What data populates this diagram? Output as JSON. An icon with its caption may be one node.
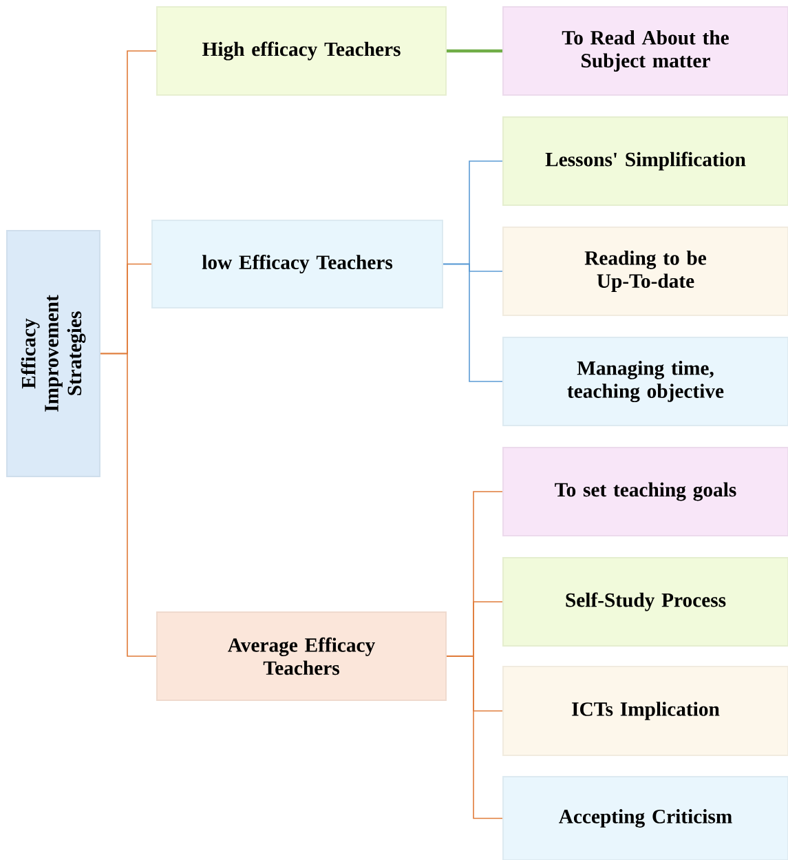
{
  "diagram": {
    "nodes": [
      {
        "text": [
          "Efficacy Improvement Strategies"
        ]
      },
      {
        "text": [
          "High efficacy Teachers"
        ]
      },
      {
        "text": [
          "low Efficacy Teachers"
        ]
      },
      {
        "text": [
          "Average Efficacy Teachers"
        ]
      },
      {
        "text": [
          "To Read About the Subject matter"
        ]
      },
      {
        "text": [
          "Lessons' Simplification"
        ]
      },
      {
        "text": [
          "Reading to be Up-To-date"
        ]
      },
      {
        "text": [
          "Managing time, teaching objective"
        ]
      },
      {
        "text": [
          "To set teaching goals"
        ]
      },
      {
        "text": [
          "Self-Study Process"
        ]
      },
      {
        "text": [
          "ICTs Implication"
        ]
      },
      {
        "text": [
          "Accepting Criticism"
        ]
      }
    ],
    "edges": [
      {
        "from": 0,
        "to": 1,
        "arrow": "none"
      },
      {
        "from": 0,
        "to": 2,
        "arrow": "none"
      },
      {
        "from": 0,
        "to": 3,
        "arrow": "none"
      },
      {
        "from": 1,
        "to": 4,
        "arrow": "none",
        "style": "thick",
        "color": "#70ad47"
      },
      {
        "from": 2,
        "to": 5,
        "arrow": "none",
        "color": "#5b9bd5"
      },
      {
        "from": 2,
        "to": 6,
        "arrow": "none",
        "color": "#5b9bd5"
      },
      {
        "from": 2,
        "to": 7,
        "arrow": "none",
        "color": "#5b9bd5"
      },
      {
        "from": 3,
        "to": 8,
        "arrow": "none"
      },
      {
        "from": 3,
        "to": 9,
        "arrow": "none"
      },
      {
        "from": 3,
        "to": 10,
        "arrow": "none"
      },
      {
        "from": 3,
        "to": 11,
        "arrow": "none"
      }
    ]
  }
}
